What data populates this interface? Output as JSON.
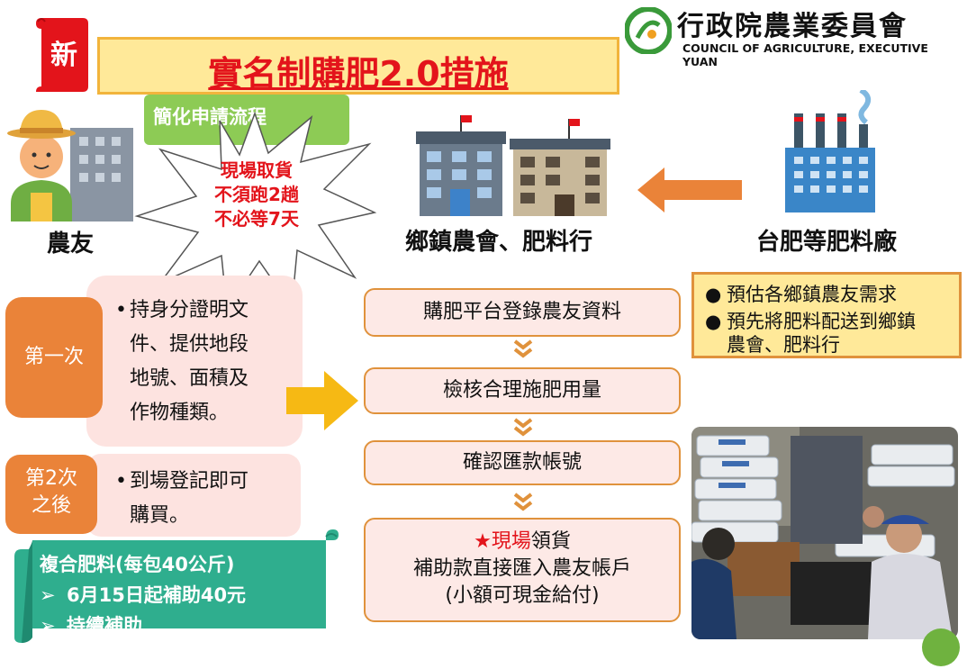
{
  "badge": {
    "label": "新"
  },
  "title": "實名制購肥2.0措施",
  "org": {
    "name_zh": "行政院農業委員會",
    "name_en": "COUNCIL OF AGRICULTURE, EXECUTIVE YUAN"
  },
  "simplify_tag": "簡化申請流程",
  "burst_lines": [
    "現場取貨",
    "不須跑2趟",
    "不必等7天"
  ],
  "labels": {
    "farmer": "農友",
    "coop": "鄉鎮農會、肥料行",
    "factory": "台肥等肥料廠"
  },
  "factory_notes": [
    "預估各鄉鎮農友需求",
    "預先將肥料配送到鄉鎮",
    "農會、肥料行"
  ],
  "steps": {
    "s1": "購肥平台登錄農友資料",
    "s2": "檢核合理施肥用量",
    "s3": "確認匯款帳號",
    "s4_star": "★",
    "s4_red": "現場",
    "s4_rest": "領貨",
    "s4_line2": "補助款直接匯入農友帳戶",
    "s4_line3": "(小額可現金給付)"
  },
  "first_time": {
    "tag": "第一次",
    "lines": [
      "持身分證明文",
      "件、提供地段",
      "地號、面積及",
      "作物種類。"
    ]
  },
  "after_second": {
    "tag_line1": "第2次",
    "tag_line2": "之後",
    "lines": [
      "到場登記即可",
      "購買。"
    ]
  },
  "compound": {
    "title": "複合肥料(每包40公斤)",
    "items": [
      "6月15日起補助40元",
      "持續補助"
    ]
  },
  "colors": {
    "title_red": "#e3141b",
    "orange": "#ea8339",
    "pink": "#fde3e0",
    "teal": "#2fae8e",
    "yellow": "#ffe999",
    "green": "#8dcb55"
  }
}
